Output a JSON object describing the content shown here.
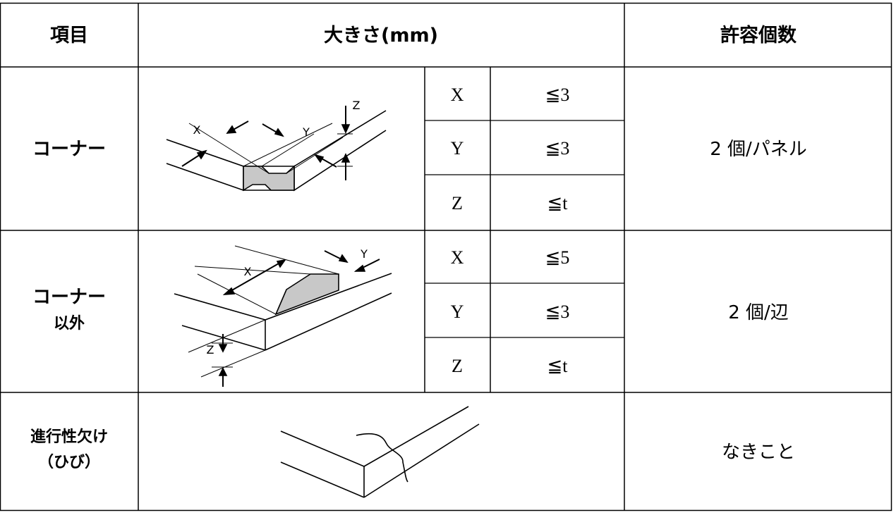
{
  "header": {
    "item": "項目",
    "size": "大きさ(mm)",
    "allow": "許容個数"
  },
  "rows": [
    {
      "label": "コーナー",
      "dims": [
        {
          "axis": "X",
          "limit": "≦3"
        },
        {
          "axis": "Y",
          "limit": "≦3"
        },
        {
          "axis": "Z",
          "limit": "≦t"
        }
      ],
      "allow": "2 個/パネル",
      "diagram_labels": {
        "x": "X",
        "y": "Y",
        "z": "Z"
      }
    },
    {
      "label_line1": "コーナー",
      "label_line2": "以外",
      "dims": [
        {
          "axis": "X",
          "limit": "≦5"
        },
        {
          "axis": "Y",
          "limit": "≦3"
        },
        {
          "axis": "Z",
          "limit": "≦t"
        }
      ],
      "allow": "2 個/辺",
      "diagram_labels": {
        "x": "X",
        "y": "Y",
        "z": "Z"
      }
    },
    {
      "label_line1": "進行性欠け",
      "label_line2": "（ひび）",
      "allow": "なきこと"
    }
  ]
}
